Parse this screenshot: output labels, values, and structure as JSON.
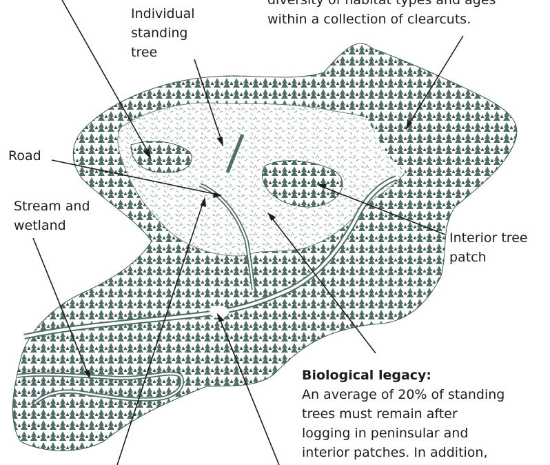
{
  "labels": {
    "individual_tree": [
      "Individual",
      "standing",
      "tree"
    ],
    "top_caption": [
      "diversity of habitat types and ages",
      "within a collection of clearcuts."
    ],
    "road": "Road",
    "stream": [
      "Stream and",
      "wetland"
    ],
    "interior_patch": [
      "Interior tree",
      "patch"
    ],
    "legacy_title": "Biological legacy:",
    "legacy_body": [
      "An average of 20% of standing",
      "trees must remain after",
      "logging in peninsular and",
      "interior patches.  In addition,"
    ]
  },
  "colors": {
    "forest": "#4f6e68",
    "forest_dark": "#3b5752",
    "ink": "#1d1d1d",
    "debris": "#8fa5a0"
  }
}
